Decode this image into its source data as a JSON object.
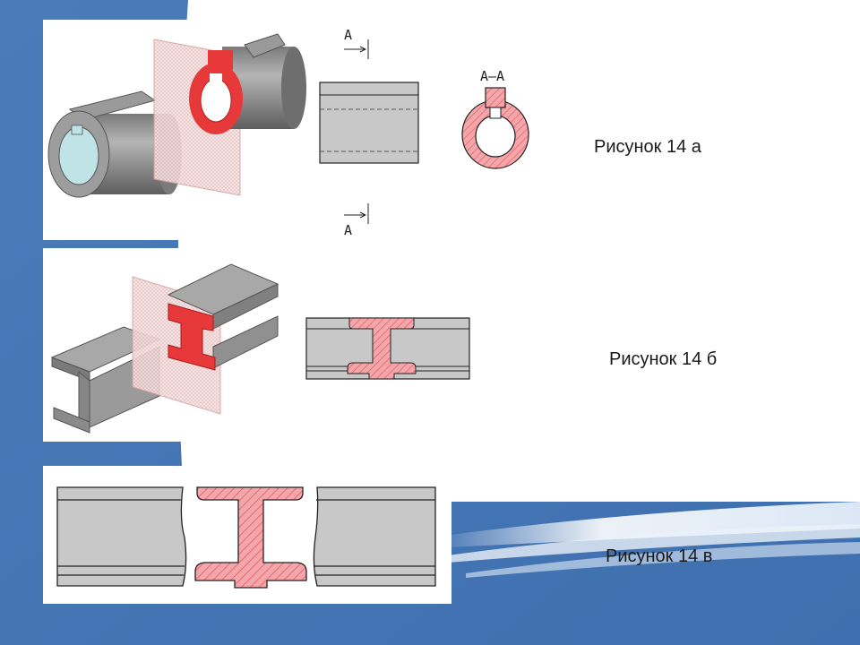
{
  "slide": {
    "colors": {
      "frame": "#4f81bd",
      "section": "#e8393a",
      "hatch_fill": "#f39ca0",
      "metal": "#8a8a8a",
      "drawing_fill": "#c8c8c8"
    }
  },
  "figures": [
    {
      "caption": "Рисунок 14 а",
      "section_label": "А–А",
      "cut_label_top": "А",
      "cut_label_bottom": "А"
    },
    {
      "caption": "Рисунок 14 б"
    },
    {
      "caption": "Рисунок 14 в"
    }
  ]
}
